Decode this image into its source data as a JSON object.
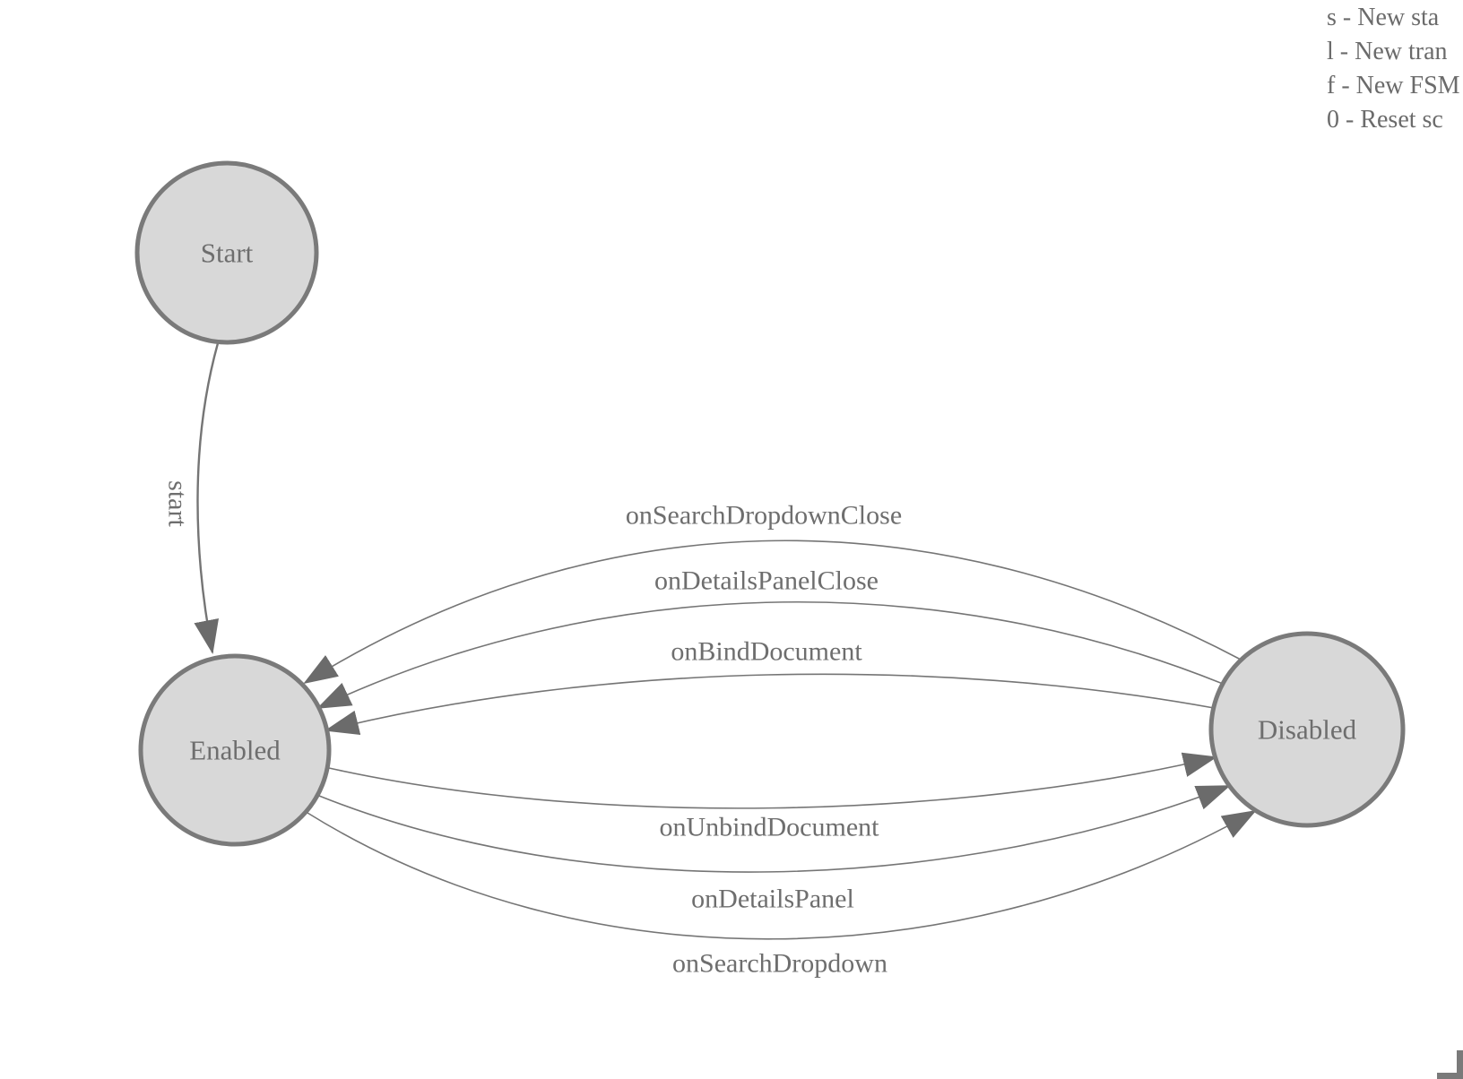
{
  "colors": {
    "background": "#ffffff",
    "node_fill": "#d8d8d8",
    "node_border": "#7a7a7a",
    "edge": "#757575",
    "arrow": "#6b6b6b",
    "label_text": "#6e6e6e",
    "legend_text": "#6b6b6b"
  },
  "legend": {
    "items": [
      "s - New sta",
      "l - New tran",
      "f - New FSM",
      "0 - Reset sc"
    ]
  },
  "diagram": {
    "type": "state-machine",
    "nodes": [
      {
        "id": "start",
        "label": "Start"
      },
      {
        "id": "enabled",
        "label": "Enabled"
      },
      {
        "id": "disabled",
        "label": "Disabled"
      }
    ],
    "edges": [
      {
        "from": "Start",
        "to": "Enabled",
        "label": "start"
      },
      {
        "from": "Disabled",
        "to": "Enabled",
        "label": "onSearchDropdownClose"
      },
      {
        "from": "Disabled",
        "to": "Enabled",
        "label": "onDetailsPanelClose"
      },
      {
        "from": "Disabled",
        "to": "Enabled",
        "label": "onBindDocument"
      },
      {
        "from": "Enabled",
        "to": "Disabled",
        "label": "onUnbindDocument"
      },
      {
        "from": "Enabled",
        "to": "Disabled",
        "label": "onDetailsPanel"
      },
      {
        "from": "Enabled",
        "to": "Disabled",
        "label": "onSearchDropdown"
      }
    ]
  }
}
